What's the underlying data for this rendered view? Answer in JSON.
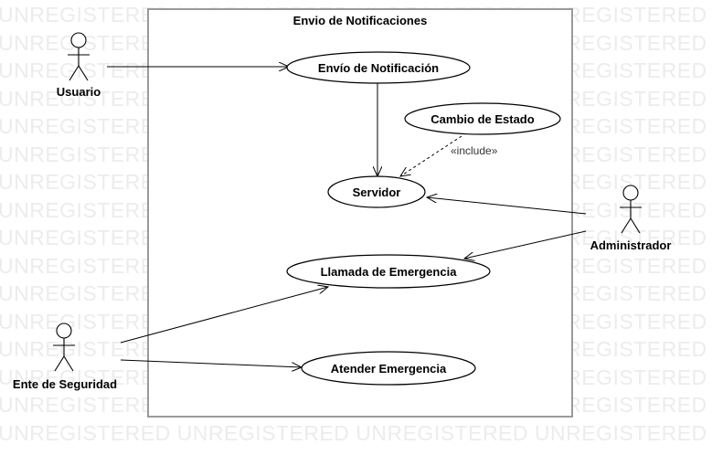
{
  "watermark": {
    "text": "UNREGISTERED"
  },
  "system": {
    "title": "Envio de Notificaciones"
  },
  "use_cases": {
    "envio_notificacion": "Envío de Notificación",
    "cambio_estado": "Cambio de Estado",
    "servidor": "Servidor",
    "llamada_emergencia": "Llamada de Emergencia",
    "atender_emergencia": "Atender Emergencia"
  },
  "actors": {
    "usuario": "Usuario",
    "administrador": "Administrador",
    "ente_seguridad": "Ente de Seguridad"
  },
  "relations": {
    "include_label": "«include»"
  }
}
